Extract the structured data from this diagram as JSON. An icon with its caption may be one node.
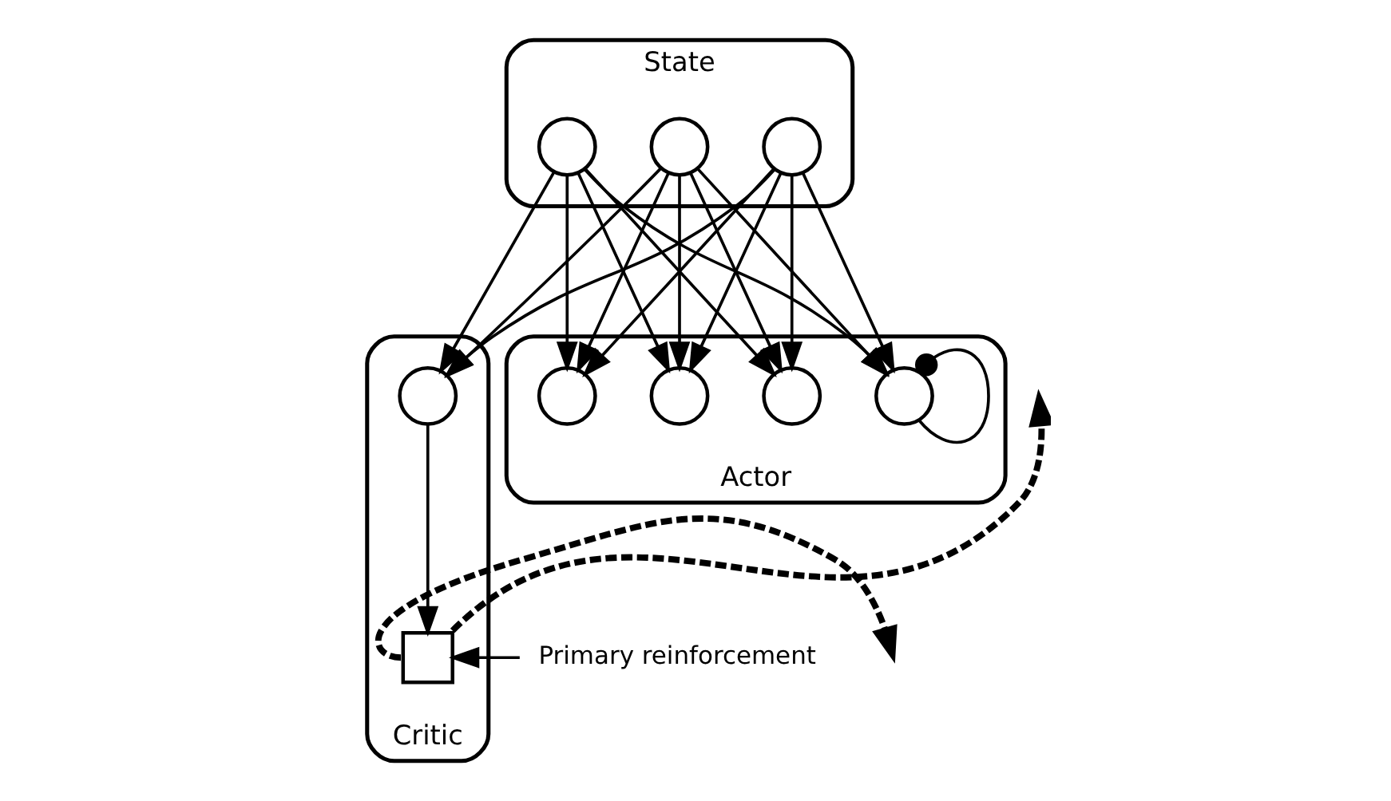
{
  "diagram": {
    "nodes": [
      {
        "text": [
          "State"
        ]
      },
      {
        "text": [],
        "shape": "circle",
        "in": 0
      },
      {
        "text": [],
        "shape": "circle",
        "in": 0
      },
      {
        "text": [],
        "shape": "circle",
        "in": 0
      },
      {
        "text": [
          "Actor"
        ]
      },
      {
        "text": [],
        "shape": "circle",
        "in": 4
      },
      {
        "text": [],
        "shape": "circle",
        "in": 4
      },
      {
        "text": [],
        "shape": "circle",
        "in": 4
      },
      {
        "text": [],
        "shape": "circle",
        "in": 4
      },
      {
        "text": [
          "Critic"
        ]
      },
      {
        "text": [],
        "shape": "circle",
        "in": 9
      },
      {
        "text": [],
        "shape": "box",
        "in": 9
      },
      {
        "text": [
          "Primary reinforcement"
        ]
      }
    ],
    "edges": [
      {
        "from": 1,
        "to": 5,
        "arrow": "to"
      },
      {
        "from": 1,
        "to": 6,
        "arrow": "to"
      },
      {
        "from": 1,
        "to": 7,
        "arrow": "to"
      },
      {
        "from": 1,
        "to": 8,
        "arrow": "to"
      },
      {
        "from": 2,
        "to": 5,
        "arrow": "to"
      },
      {
        "from": 2,
        "to": 6,
        "arrow": "to"
      },
      {
        "from": 2,
        "to": 7,
        "arrow": "to"
      },
      {
        "from": 2,
        "to": 8,
        "arrow": "to"
      },
      {
        "from": 3,
        "to": 5,
        "arrow": "to"
      },
      {
        "from": 3,
        "to": 6,
        "arrow": "to"
      },
      {
        "from": 3,
        "to": 7,
        "arrow": "to"
      },
      {
        "from": 3,
        "to": 8,
        "arrow": "to"
      },
      {
        "from": 1,
        "to": 10,
        "arrow": "to"
      },
      {
        "from": 2,
        "to": 10,
        "arrow": "to"
      },
      {
        "from": 3,
        "to": 10,
        "arrow": "to"
      },
      {
        "from": 10,
        "to": 11,
        "arrow": "to"
      },
      {
        "from": 12,
        "to": 11,
        "arrow": "to"
      },
      {
        "from": 11,
        "to": null,
        "arrow": "to",
        "style": "dashed"
      },
      {
        "from": 11,
        "to": null,
        "arrow": "to",
        "style": "dashed"
      },
      {
        "from": 8,
        "to": 8,
        "arrow": "other"
      }
    ]
  }
}
